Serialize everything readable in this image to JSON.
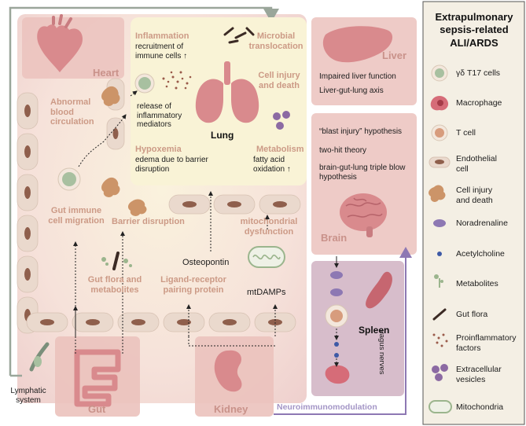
{
  "title": "Extrapulmonary sepsis-related ALI/ARDS",
  "organs": {
    "heart": "Heart",
    "lung": "Lung",
    "liver": "Liver",
    "brain": "Brain",
    "spleen": "Spleen",
    "gut": "Gut",
    "kidney": "Kidney"
  },
  "lung_panel": {
    "inflammation": "Inflammation",
    "recruitment": "recruitment of immune cells ↑",
    "release": "release of inflammatory mediators",
    "microbial": "Microbial translocation",
    "cell_injury": "Cell injury and death",
    "hypoxemia": "Hypoxemia",
    "edema": "edema due to barrier disruption",
    "metabolism": "Metabolism",
    "fatty": "fatty acid oxidation ↑"
  },
  "mechanisms": {
    "abnormal_circ": "Abnormal blood circulation",
    "gut_immune": "Gut immune cell migration",
    "barrier": "Barrier disruption",
    "mito_dys": "mitochondrial dysfunction",
    "osteopontin": "Osteopontin",
    "gut_flora": "Gut flora and metabolites",
    "ligand": "Ligand-receptor pairing protein",
    "mtdamps": "mtDAMPs",
    "lymphatic": "Lymphatic system",
    "neuro": "Neuroimmunomodulation",
    "vagus": "vagus nerves"
  },
  "liver_panel": {
    "impaired": "Impaired liver function",
    "axis": "Liver-gut-lung axis"
  },
  "brain_panel": {
    "blast": "“blast injury” hypothesis",
    "twohit": "two-hit theory",
    "triple": "brain-gut-lung triple blow hypothesis"
  },
  "legend": [
    {
      "icon": "gd-t17-cell-icon",
      "label": "γδ T17 cells"
    },
    {
      "icon": "macrophage-icon",
      "label": "Macrophage"
    },
    {
      "icon": "t-cell-icon",
      "label": "T cell"
    },
    {
      "icon": "endothelial-cell-icon",
      "label": "Endothelial cell"
    },
    {
      "icon": "cell-injury-icon",
      "label": "Cell injury and death"
    },
    {
      "icon": "noradrenaline-icon",
      "label": "Noradrenaline"
    },
    {
      "icon": "acetylcholine-icon",
      "label": "Acetylcholine"
    },
    {
      "icon": "metabolites-icon",
      "label": "Metabolites"
    },
    {
      "icon": "gut-flora-icon",
      "label": "Gut flora"
    },
    {
      "icon": "proinflammatory-icon",
      "label": "Proinflammatory factors"
    },
    {
      "icon": "vesicles-icon",
      "label": "Extracellular vesicles"
    },
    {
      "icon": "mitochondria-icon",
      "label": "Mitochondria"
    }
  ],
  "colors": {
    "panel": "#ebc2bd",
    "lung_panel": "#f9f3d6",
    "pink_text": "#cc9a86",
    "organ": "#d98a8d",
    "endothelial": "#ead9cd",
    "nucleus": "#8f5f4c",
    "arrow": "#8d78b3",
    "legend_bg": "#f4efe4"
  }
}
